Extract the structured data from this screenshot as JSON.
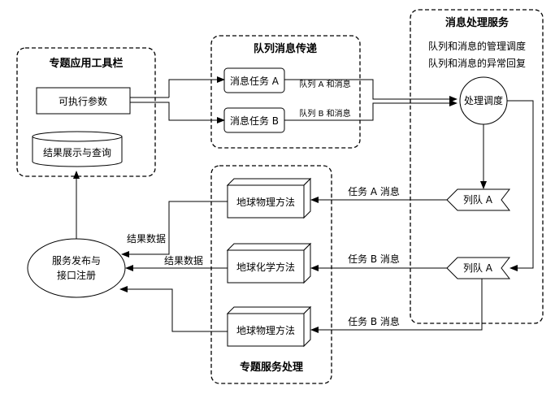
{
  "groups": {
    "toolbar": "专题应用工具栏",
    "queue_transfer": "队列消息传递",
    "msg_service": "消息处理服务",
    "topic_service": "专题服务处理"
  },
  "msg_service_notes": [
    "队列和消息的管理调度",
    "队列和消息的异常回复"
  ],
  "nodes": {
    "exec_params": "可执行参数",
    "result_query": "结果展示与查询",
    "task_a": "消息任务 A",
    "task_b": "消息任务 B",
    "dispatch": "处理调度",
    "queue_a": "列队 A",
    "queue_a2": "列队 A",
    "geophysics_1": "地球物理方法",
    "geochem": "地球化学方法",
    "geophysics_2": "地球物理方法",
    "service_publish_l1": "服务发布与",
    "service_publish_l2": "接口注册"
  },
  "edges": {
    "queue_a_msg": "队列 A 和消息",
    "queue_b_msg": "队列 B 和消息",
    "task_a_msg": "任务 A 消息",
    "task_b_msg_1": "任务 B 消息",
    "task_b_msg_2": "任务 B 消息",
    "result_data_1": "结果数据",
    "result_data_2": "结果数据"
  }
}
